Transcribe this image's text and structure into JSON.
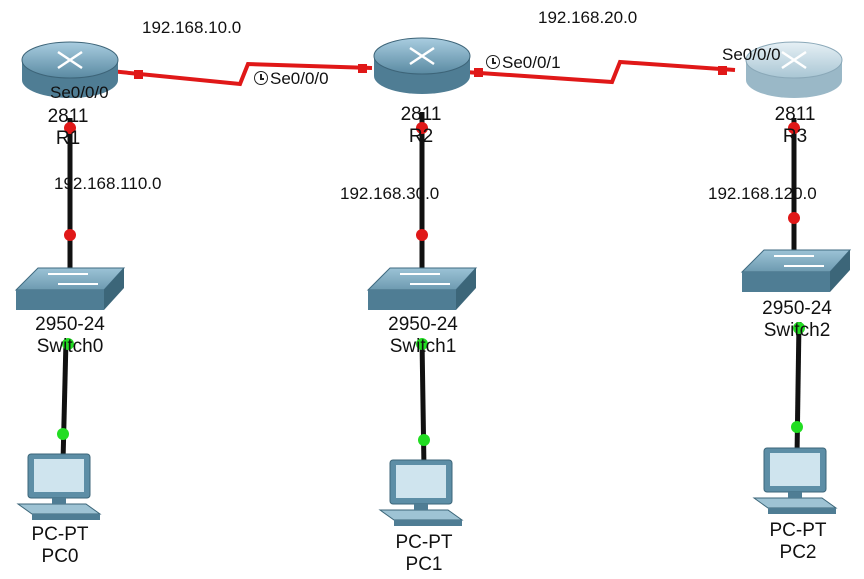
{
  "networks": {
    "r1_r2": "192.168.10.0",
    "r2_r3": "192.168.20.0",
    "r1_lan": "192.168.110.0",
    "r2_lan": "192.168.30.0",
    "r3_lan": "192.168.120.0"
  },
  "interfaces": {
    "r1_serial": "Se0/0/0",
    "r2_serial_left": "Se0/0/0",
    "r2_serial_right": "Se0/0/1",
    "r3_serial": "Se0/0/0"
  },
  "routers": [
    {
      "model": "2811",
      "name": "R1"
    },
    {
      "model": "2811",
      "name": "R2"
    },
    {
      "model": "2811",
      "name": "R3"
    }
  ],
  "switches": [
    {
      "model": "2950-24",
      "name": "Switch0"
    },
    {
      "model": "2950-24",
      "name": "Switch1"
    },
    {
      "model": "2950-24",
      "name": "Switch2"
    }
  ],
  "pcs": [
    {
      "model": "PC-PT",
      "name": "PC0"
    },
    {
      "model": "PC-PT",
      "name": "PC1"
    },
    {
      "model": "PC-PT",
      "name": "PC2"
    }
  ],
  "colors": {
    "serial_link": "#e01818",
    "ethernet_link": "#111111",
    "port_down": "#e01818",
    "port_up": "#22dd22",
    "device_body": "#5f8fa6"
  }
}
